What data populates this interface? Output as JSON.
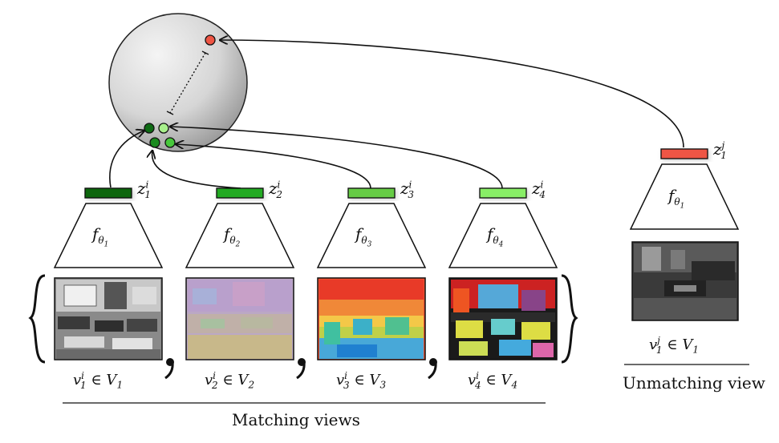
{
  "embedding_space": {
    "points": [
      {
        "name": "unmatching",
        "color": "#ee5544"
      },
      {
        "name": "match-1",
        "color": "#0e6b14"
      },
      {
        "name": "match-2",
        "color": "#a8f08c"
      },
      {
        "name": "match-3",
        "color": "#1a8a1f"
      },
      {
        "name": "match-4",
        "color": "#48c83c"
      }
    ]
  },
  "encoders": [
    {
      "f": "f",
      "sub": "θ",
      "subidx": "1",
      "z": "z",
      "zsub": "1",
      "zsup": "i",
      "v": "v",
      "vsub": "1",
      "vsup": "i",
      "set": "∈ V",
      "setsub": "1",
      "color": "#116611"
    },
    {
      "f": "f",
      "sub": "θ",
      "subidx": "2",
      "z": "z",
      "zsub": "2",
      "zsup": "i",
      "v": "v",
      "vsub": "2",
      "vsup": "i",
      "set": "∈ V",
      "setsub": "2",
      "color": "#22aa22"
    },
    {
      "f": "f",
      "sub": "θ",
      "subidx": "3",
      "z": "z",
      "zsub": "3",
      "zsup": "i",
      "v": "v",
      "vsub": "3",
      "vsup": "i",
      "set": "∈ V",
      "setsub": "3",
      "color": "#66cc44"
    },
    {
      "f": "f",
      "sub": "θ",
      "subidx": "4",
      "z": "z",
      "zsub": "4",
      "zsup": "i",
      "v": "v",
      "vsub": "4",
      "vsup": "i",
      "set": "∈ V",
      "setsub": "4",
      "color": "#88ee66"
    }
  ],
  "unmatching": {
    "f": "f",
    "sub": "θ",
    "subidx": "1",
    "z": "z",
    "zsub": "1",
    "zsup": "j",
    "v": "v",
    "vsub": "1",
    "vsup": "j",
    "set": "∈ V",
    "setsub": "1",
    "color": "#ee5544"
  },
  "captions": {
    "matching": "Matching views",
    "unmatching": "Unmatching view"
  }
}
